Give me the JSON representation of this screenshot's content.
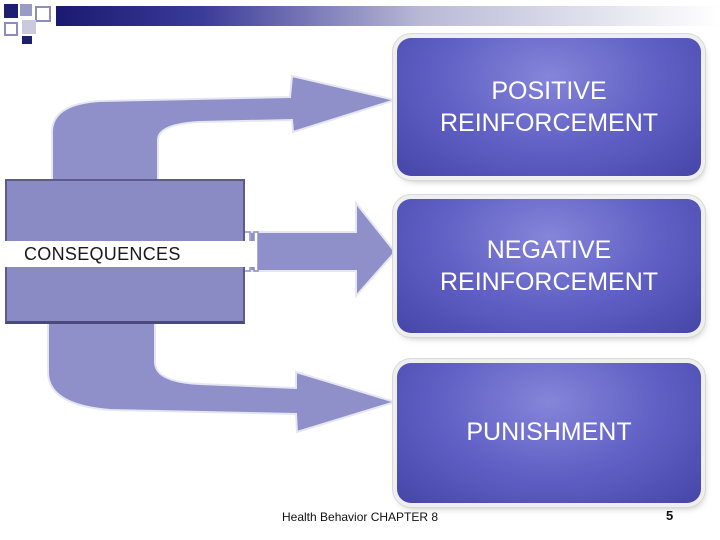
{
  "diagram": {
    "source_label": "CONSEQUENCES",
    "boxes": [
      {
        "id": "positive",
        "label": "POSITIVE\nREINFORCEMENT"
      },
      {
        "id": "negative",
        "label": "NEGATIVE\nREINFORCEMENT"
      },
      {
        "id": "punishment",
        "label": "PUNISHMENT"
      }
    ]
  },
  "footer": {
    "text": "Health Behavior CHAPTER 8",
    "page_number": "5"
  },
  "colors": {
    "arrow": "#8f8fca",
    "box": "#5d5dc3",
    "header_bar": "#1a1a70"
  }
}
